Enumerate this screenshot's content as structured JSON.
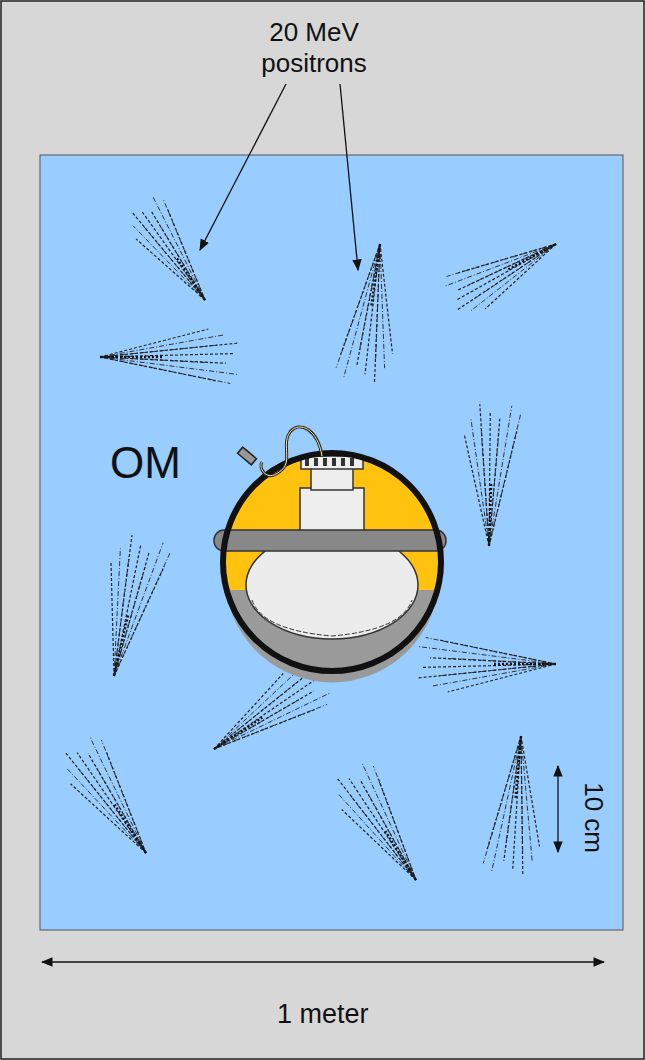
{
  "diagram": {
    "labels": [
      "20 MeV positrons",
      "OM",
      "10 cm",
      "1 meter"
    ]
  }
}
